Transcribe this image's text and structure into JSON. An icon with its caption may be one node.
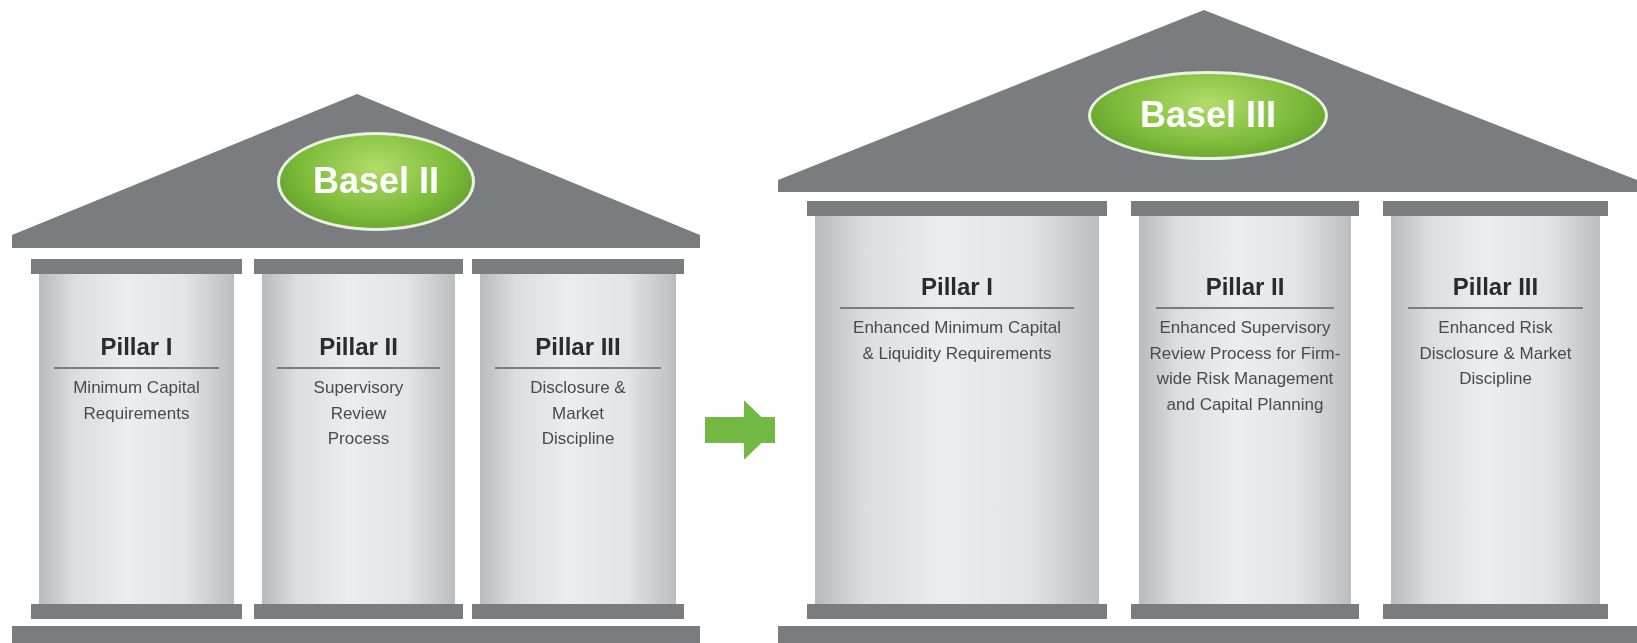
{
  "diagram": {
    "nodes": [
      {
        "text": [
          "Basel II"
        ]
      },
      {
        "text": [
          "Pillar I",
          "Minimum Capital Requirements"
        ],
        "in": 0
      },
      {
        "text": [
          "Pillar II",
          "Supervisory Review Process"
        ],
        "in": 0
      },
      {
        "text": [
          "Pillar III",
          "Disclosure & Market Discipline"
        ],
        "in": 0
      },
      {
        "text": [
          "Basel III"
        ]
      },
      {
        "text": [
          "Pillar I",
          "Enhanced Minimum Capital & Liquidity Requirements"
        ],
        "in": 4
      },
      {
        "text": [
          "Pillar II",
          "Enhanced Supervisory Review Process for Firm-wide Risk Management and Capital Planning"
        ],
        "in": 4
      },
      {
        "text": [
          "Pillar III",
          "Enhanced Risk Disclosure & Market Discipline"
        ],
        "in": 4
      }
    ],
    "edges": [
      {
        "from": 0,
        "to": 4,
        "arrow": "to"
      }
    ]
  }
}
